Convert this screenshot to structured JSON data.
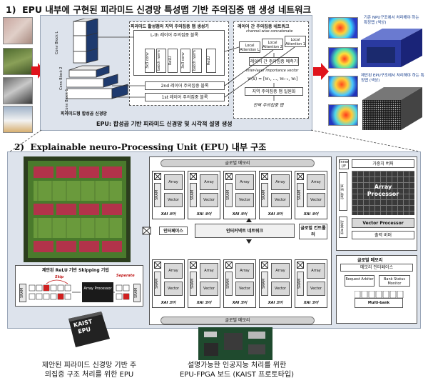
{
  "section1": {
    "num": "1)",
    "title": "EPU 내부에 구현된 피라미드 신경망 특성맵 기반 주의집중 맵 생성 네트워크",
    "conv_blocks": [
      "Conv Block L",
      "Conv Block 2",
      "Conv Block 1"
    ],
    "pyramid_label": "피라미드형 합성곱 신경망",
    "local_block_title": "피라미드 활성맵의 지역 주의집중 맵 생성기",
    "lth_label": "L-th 레이어 주의집중 블록",
    "conv_labels": [
      "3x3 conv",
      "batch norm",
      "ReLU",
      "3x3 conv",
      "batch norm",
      "ReLU"
    ],
    "layer2_label": "2nd 레이어 주의집중 블록",
    "layer1_label": "1st 레이어 주의집중 블록",
    "inter_title": "레이어 간 주의집중 네트워크",
    "channel_concat": "channel-wise concatenate",
    "local_attention": [
      "Local Attention L",
      "Local Attention 2",
      "Local Attention 1"
    ],
    "inter_predict": "레이어 간 주의집중 예측기",
    "inter_vector": "inter-layer importance vector",
    "formula": "w(x) = [w₁, ..., wₗ₋₁, wₗ]",
    "normalize": "지역 주의집중 맵 일원화",
    "global_map": "전역 주의집중 맵",
    "bottom_text": "EPU: 합성곱 기반 피라미드 신경망 및 시각적 설명 생성",
    "right_top": "기존 NPU구조에서 처리해야 하는 특징맵 (색상)",
    "right_bottom": "제안된 EPU구조에서 처리해야 하는 특징맵 (색상)"
  },
  "section2": {
    "num": "2)",
    "title": "Explainable neuro-Processing Unit (EPU) 내부 구조",
    "skipping_label": "제안된 ReLU 기반 Skipping 기법",
    "skip": "Skip",
    "separate": "Seperate",
    "sram": "SRAM",
    "array_processor": "Array Processor",
    "global_memory": "글로벌 메모리",
    "interface": "인터페이스",
    "interconnect": "인터커넥트 네트워크",
    "global_controller": "글로벌 컨트롤러",
    "core_array": "Array",
    "core_vector": "Vector",
    "core_sram": "SRAM",
    "xai_core": "XAI 코어",
    "detail_inner": "Inner I/F",
    "detail_weight": "가중치 버퍼",
    "detail_array": "Array Processor",
    "detail_input": "입력 버퍼",
    "detail_ctrl": "컨트롤러",
    "detail_vector": "Vector Processor",
    "detail_output": "출력 버퍼",
    "gm_title": "글로벌 메모리",
    "gm_if": "메모리 인터페이스",
    "gm_req": "Request Arbiter",
    "gm_bank": "Bank Status Monitor",
    "gm_multi": "Multi-bank"
  },
  "chip": {
    "line1": "KAIST",
    "line2": "EPU"
  },
  "captions": {
    "left_1": "제안된 피라미드 신경망 기반 주",
    "left_2": "의집중 구조 처리를 위한 EPU",
    "right_1": "설명가능한 인공지능 처리를 위한",
    "right_2": "EPU-FPGA 보드 (KAIST 프로토타입)"
  }
}
